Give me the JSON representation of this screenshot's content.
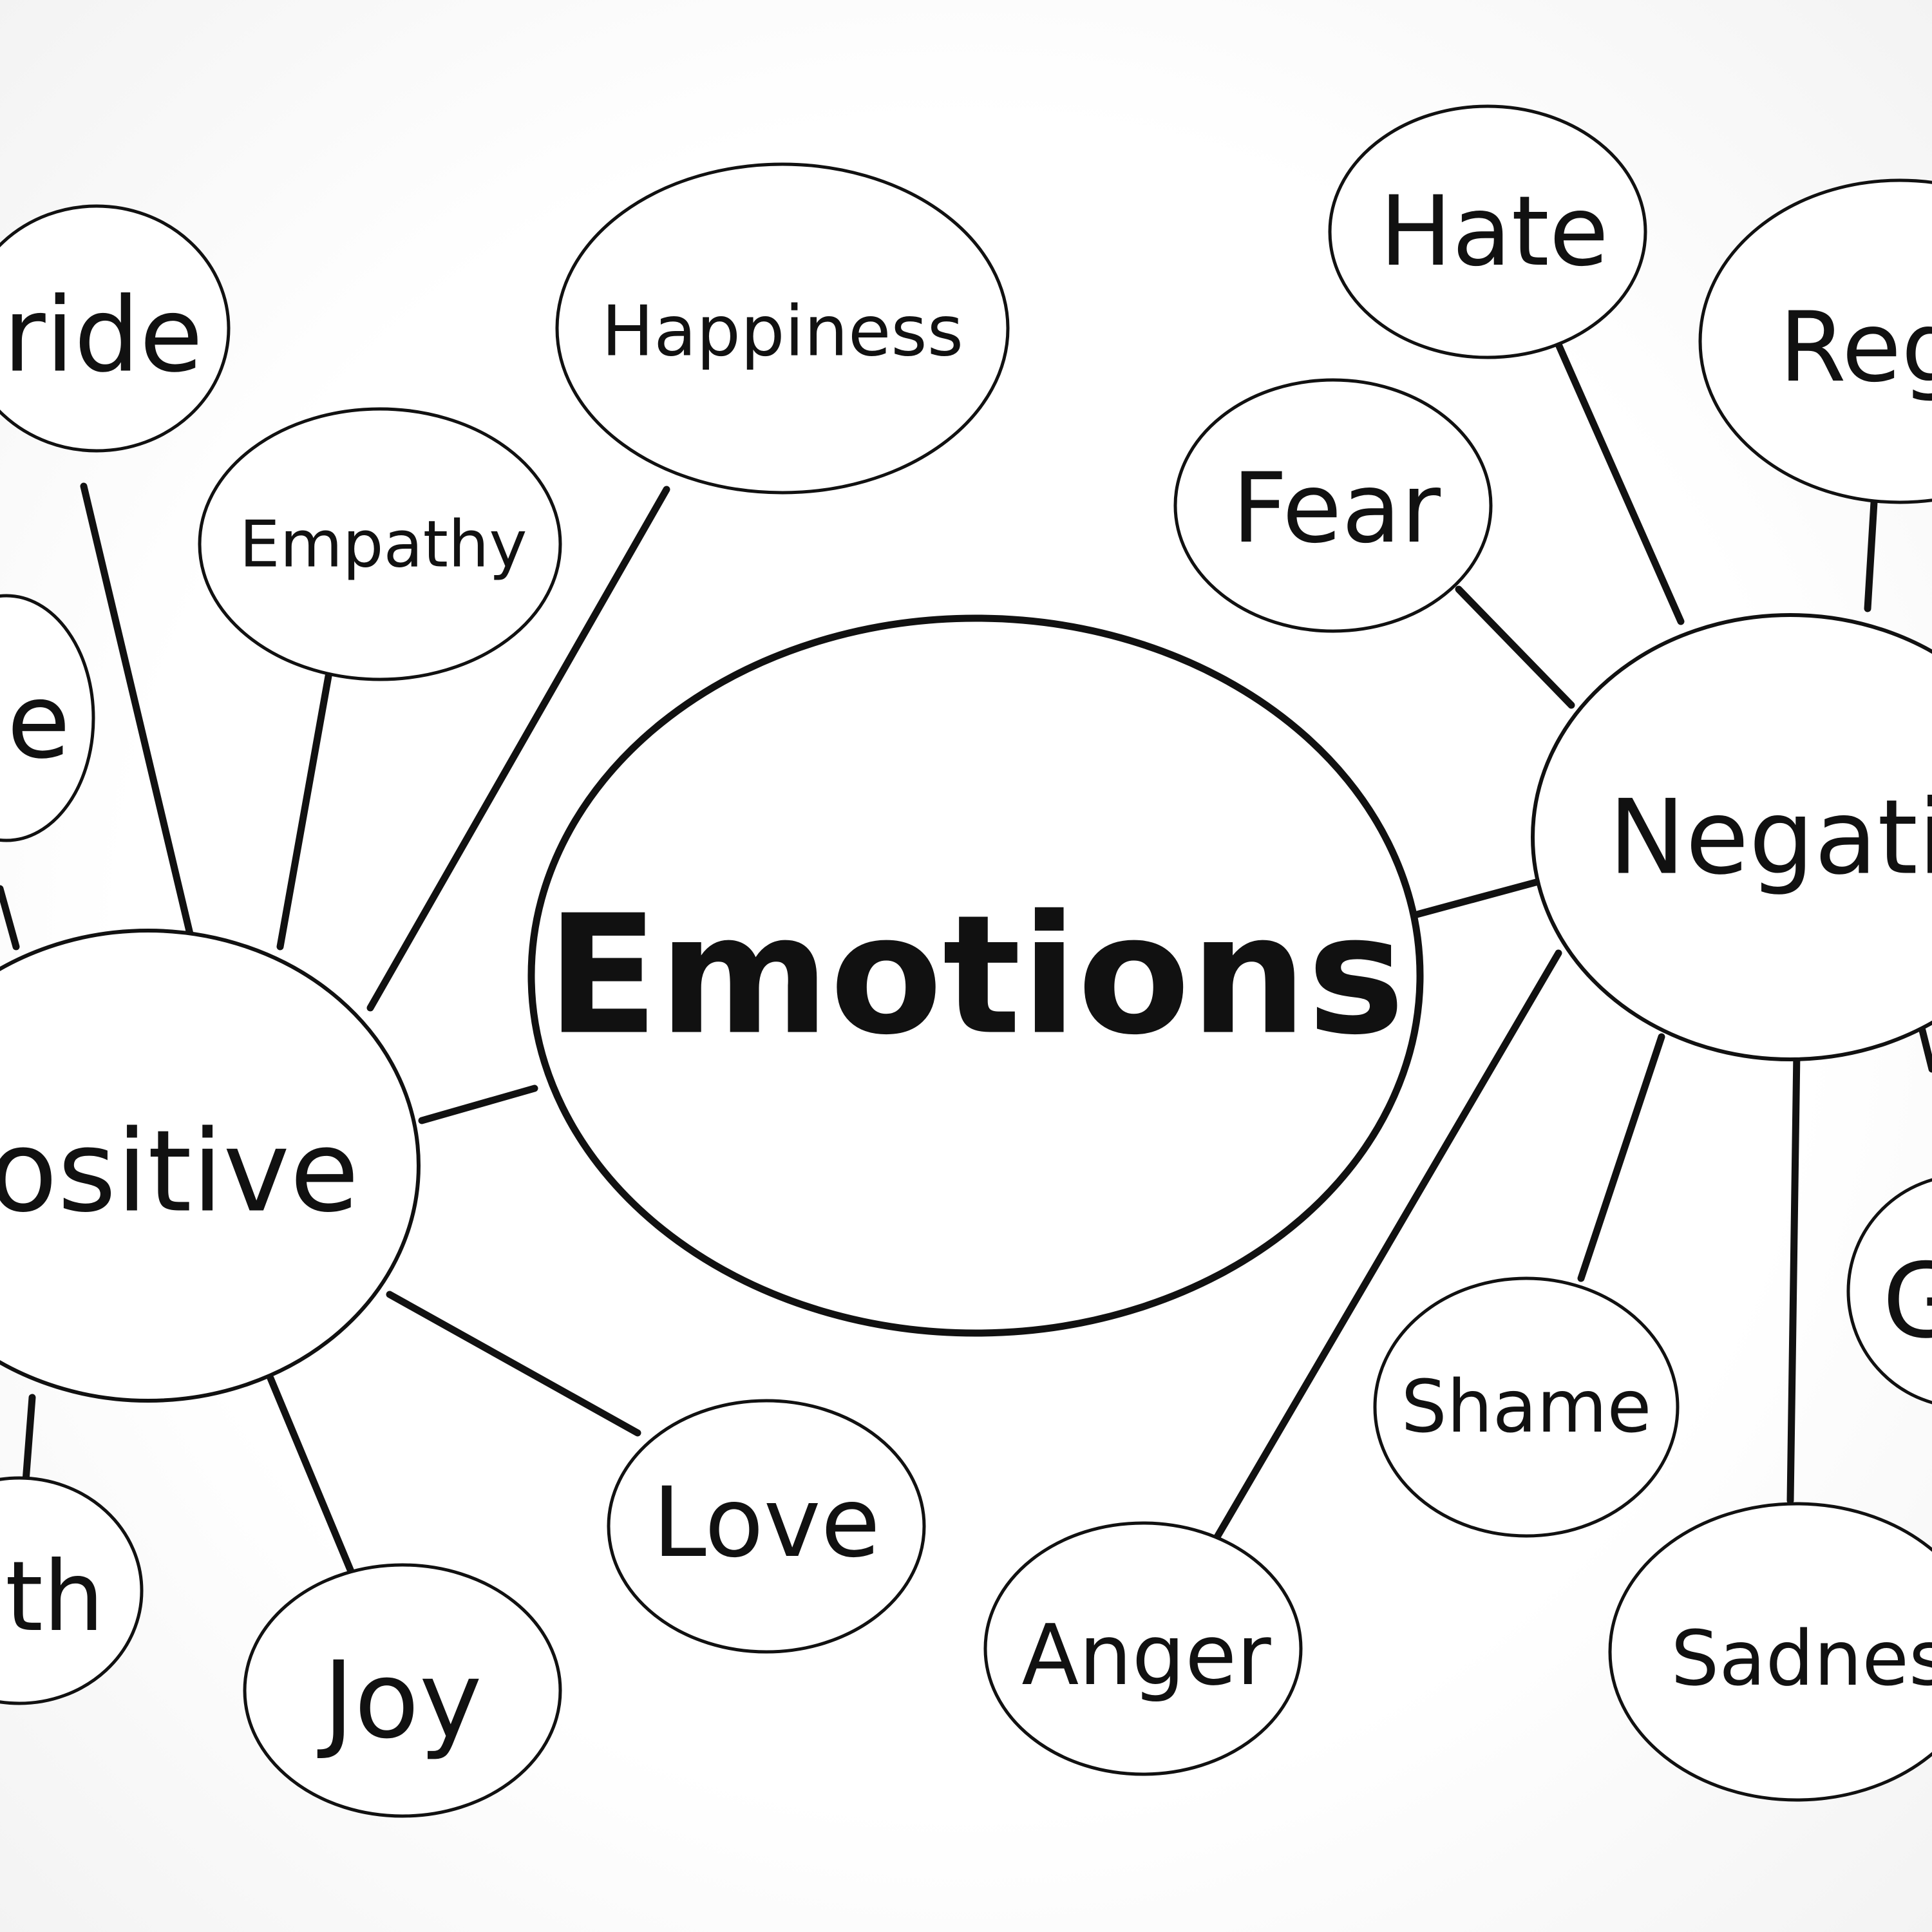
{
  "center": {
    "label": "Emotions",
    "color": "#e02323"
  },
  "positive": {
    "label": "ositive",
    "items": [
      {
        "id": "pride",
        "label": "ride"
      },
      {
        "id": "empathy",
        "label": "Empathy"
      },
      {
        "id": "happiness",
        "label": "Happiness"
      },
      {
        "id": "left-partial",
        "label": "e"
      },
      {
        "id": "love",
        "label": "Love"
      },
      {
        "id": "joy",
        "label": "Joy"
      },
      {
        "id": "bottom-left-partial",
        "label": "th"
      }
    ]
  },
  "negative": {
    "label": "Negati",
    "items": [
      {
        "id": "hate",
        "label": "Hate"
      },
      {
        "id": "regret",
        "label": "Reg"
      },
      {
        "id": "fear",
        "label": "Fear"
      },
      {
        "id": "shame",
        "label": "Shame"
      },
      {
        "id": "anger",
        "label": "Anger"
      },
      {
        "id": "sadness",
        "label": "Sadnes"
      },
      {
        "id": "right-partial",
        "label": "G"
      }
    ]
  },
  "colors": {
    "ink": "#111111",
    "accent": "#e02323"
  }
}
